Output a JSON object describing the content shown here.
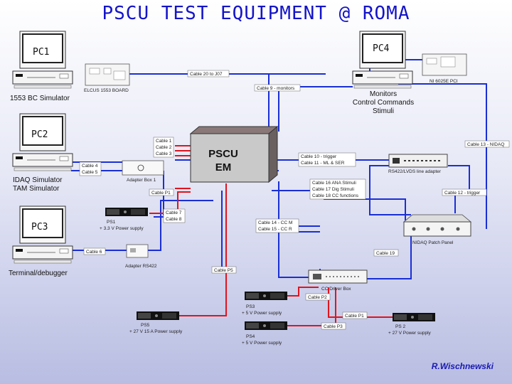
{
  "title": "PSCU TEST EQUIPMENT @ ROMA",
  "author": "R.Wischnewski",
  "pcs": {
    "pc1": {
      "name": "PC1",
      "caption": "1553 BC Simulator"
    },
    "pc2": {
      "name": "PC2",
      "caption1": "IDAQ Simulator",
      "caption2": "TAM Simulator"
    },
    "pc3": {
      "name": "PC3",
      "caption": "Terminal/debugger"
    },
    "pc4": {
      "name": "PC4",
      "caption1": "Monitors",
      "caption2": "Control Commands",
      "caption3": "Stimuli"
    }
  },
  "pscu": {
    "line1": "PSCU",
    "line2": "EM"
  },
  "devices": {
    "elcus": "ELCUS 1553 BOARD",
    "ni_pci": "NI 6025E PCI",
    "adapter_box": "Adapter Box 1",
    "adapter_rs422": "Adapter RS422",
    "rs422_adapter": "RS422/LVDS line adapter",
    "patch_panel": "NIDAQ Patch Panel",
    "cc_driver": "CC Driver Box"
  },
  "power": {
    "ps1": {
      "name": "PS1",
      "desc": "+ 3.3 V Power supply"
    },
    "ps2": {
      "name": "PS 2",
      "desc": "+ 27 V Power supply"
    },
    "ps3": {
      "name": "PS3",
      "desc": "+ 5 V Power supply"
    },
    "ps4": {
      "name": "PS4",
      "desc": "+ 5 V Power supply"
    },
    "ps5": {
      "name": "PS5",
      "desc": "+ 27 V 15 A Power supply"
    }
  },
  "cables": {
    "c20_j07": "Cable 20 to J07",
    "c9": "Cable 9 - monitors",
    "c13": "Cable 13 - NIDAQ",
    "c123": [
      "Cable 1",
      "Cable 2",
      "Cable 3"
    ],
    "c45": [
      "Cable 4",
      "Cable 5"
    ],
    "c10_11": [
      "Cable 10 - trigger",
      "Cable 11 - ML & SER"
    ],
    "c16_18": [
      "Cable 16 ANA Stimuli",
      "Cable 17 Dig Stimuli",
      "Cable 18 CC functions"
    ],
    "c12": "Cable 12 - trigger",
    "p1_left": "Cable P1",
    "c78": [
      "Cable 7",
      "Cable 8"
    ],
    "c14_15": [
      "Cable 14 - CC M",
      "Cable 15 - CC R"
    ],
    "c6": "Cable 6",
    "c19": "Cable 19",
    "p5": "Cable P5",
    "p2": "Cable P2",
    "p1_right": "Cable P1",
    "p3": "Cable P3"
  },
  "colors": {
    "blue": "#1a2fd6",
    "red": "#e0141e",
    "title": "#1414c8",
    "pscu_box": "#c9c9c9"
  }
}
